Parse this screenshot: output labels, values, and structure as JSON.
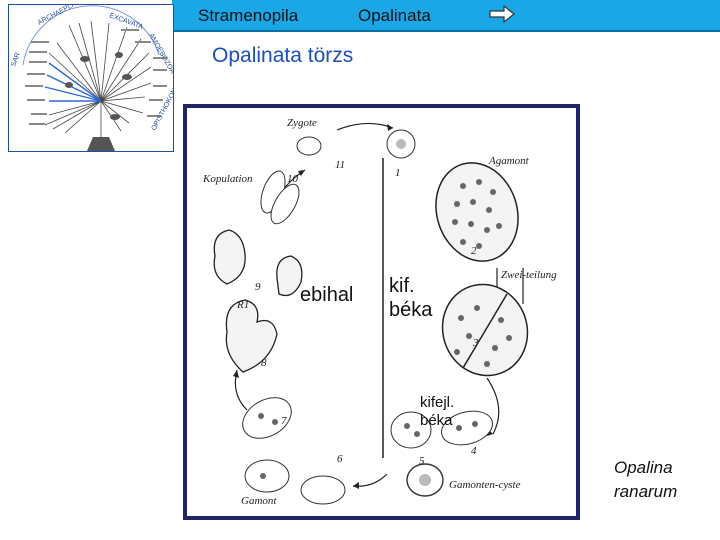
{
  "header": {
    "breadcrumb_from": "Stramenopila",
    "breadcrumb_to": "Opalinata",
    "accent_color": "#1aa7e8",
    "arrow_icon": "right-arrow-icon"
  },
  "slide": {
    "title": "Opalinata törzs",
    "title_color": "#1a4ec8"
  },
  "thumbnail": {
    "supergroups": [
      "ARCHAEPLASTIDA",
      "EXCAVATA",
      "AMOEBOZOA",
      "OPISTHOKONTA",
      "SAR"
    ]
  },
  "figure": {
    "labels": {
      "zygote": "Zygote",
      "agamont": "Agamont",
      "kopulation": "Kopulation",
      "zweiteilung": "Zwei-teilung",
      "r1": "R1",
      "gamont": "Gamont",
      "gamontencyste": "Gamonten-cyste",
      "n11": "11",
      "n10": "10",
      "n9": "9",
      "n8": "8",
      "n7": "7",
      "n6": "6",
      "n1": "1",
      "n2": "2",
      "n3": "3",
      "n4": "4",
      "n5": "5"
    },
    "overlay_left": "ebihal",
    "overlay_right_line1": "kif.",
    "overlay_right_line2": "béka",
    "overlay_small_line1": "kifejl.",
    "overlay_small_line2": "béka"
  },
  "species": {
    "line1": "Opalina",
    "line2": "ranarum"
  }
}
